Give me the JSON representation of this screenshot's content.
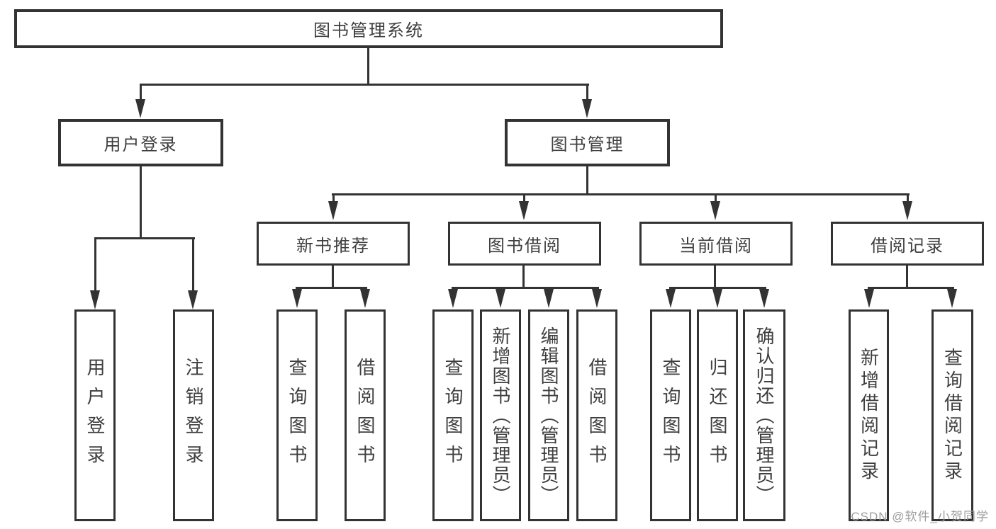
{
  "colors": {
    "line": "#333333",
    "text": "#3f3f3f",
    "watermark": "#9e9e9e",
    "box_bg": "#ffffff"
  },
  "watermark": {
    "text": "CSDN @软件_小贺同学"
  },
  "tree": {
    "label": "图书管理系统",
    "children": [
      {
        "label": "用户登录",
        "children": [
          {
            "label": "用户登录"
          },
          {
            "label": "注销登录"
          }
        ]
      },
      {
        "label": "图书管理",
        "children": [
          {
            "label": "新书推荐",
            "children": [
              {
                "label": "查询图书"
              },
              {
                "label": "借阅图书"
              }
            ]
          },
          {
            "label": "图书借阅",
            "children": [
              {
                "label": "查询图书"
              },
              {
                "label": "新增图书（管理员）"
              },
              {
                "label": "编辑图书（管理员）"
              },
              {
                "label": "借阅图书"
              }
            ]
          },
          {
            "label": "当前借阅",
            "children": [
              {
                "label": "查询图书"
              },
              {
                "label": "归还图书"
              },
              {
                "label": "确认归还（管理员）"
              }
            ]
          },
          {
            "label": "借阅记录",
            "children": [
              {
                "label": "新增借阅记录"
              },
              {
                "label": "查询借阅记录"
              }
            ]
          }
        ]
      }
    ]
  }
}
